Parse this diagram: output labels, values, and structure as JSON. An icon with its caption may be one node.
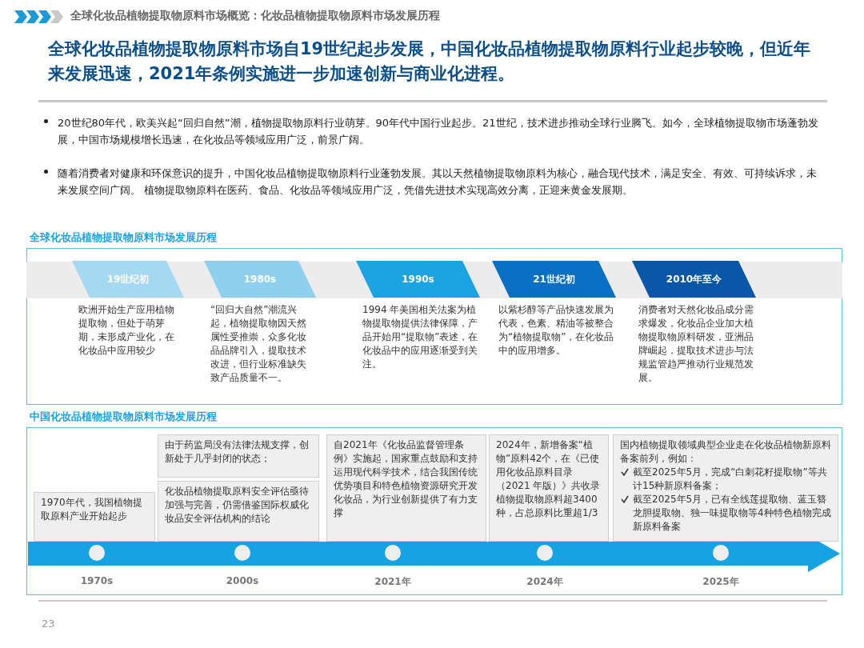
{
  "diagram": {
    "title": "全球化妆品植物提取物原料市场自19世纪起步发展，中国化妆品植物提取物原料行业起步较晚，但近年来发展迅速，2021年条例实施进一步加速创新与商业化进程。",
    "nodes": [
      {
        "text": [
          "全球化妆品植物提取物原料市场发展历程"
        ]
      },
      {
        "text": [
          "19世纪初"
        ],
        "beside": [
          "欧洲开始生产应用植物提取物，但处于萌芽期，未形成产业化，在化妆品中应用较少"
        ],
        "in": 0
      },
      {
        "text": [
          "1980s"
        ],
        "beside": [
          "“回归大自然”潮流兴起，植物提取物因天然属性受推崇，众多化妆品品牌引入，提取技术改进，但行业标准缺失致产品质量不一。"
        ],
        "in": 0
      },
      {
        "text": [
          "1990s"
        ],
        "beside": [
          "1994 年美国相关法案为植物提取物提供法律保障，产品开始用“提取物”表述，在化妆品中的应用逐渐受到关注。"
        ],
        "in": 0
      },
      {
        "text": [
          "21世纪初"
        ],
        "beside": [
          "以紫杉醇等产品快速发展为代表，色素、精油等被整合为“植物提取物”，在化妆品中的应用增多。"
        ],
        "in": 0
      },
      {
        "text": [
          "2010年至今"
        ],
        "beside": [
          "消费者对天然化妆品成分需求爆发，化妆品企业加大植物提取物原料研发，亚洲品牌崛起，提取技术进步与法规监管趋严推动行业规范发展。"
        ],
        "in": 0
      },
      {
        "text": [
          "中国化妆品植物提取物原料市场发展历程"
        ]
      },
      {
        "text": [
          "1970年代，我国植物提取原料产业开始起步"
        ],
        "in": 6
      },
      {
        "text": [
          "由于药监局没有法律法规支撑，创新处于几乎封闭的状态；"
        ],
        "in": 6
      },
      {
        "text": [
          "化妆品植物提取原料安全评估亟待加强与完善，仍需借鉴国际权威化妆品安全评估机构的结论"
        ],
        "in": 6
      },
      {
        "text": [
          "自2021年《化妆品监督管理条例》实施起，国家重点鼓励和支持运用现代科学技术，结合我国传统优势项目和特色植物资源研究开发化妆品，为行业创新提供了有力支撑"
        ],
        "in": 6
      },
      {
        "text": [
          "2024年，新增备案“植物”原料42个，在《已使用化妆品原料目录（2021 年版）》共收录植物提取物原料超3400种，占总原料比重超1/3"
        ],
        "in": 6
      },
      {
        "text": [
          "国内植物提取领域典型企业走在化妆品植物新原料备案前列，例如：",
          "截至2025年5月，完成“白刺花籽提取物”等共计15种新原料备案；",
          "截至2025年5月，已有全线莲提取物、蓝玉簪龙胆提取物、独一味提取物等4种特色植物完成新原料备案"
        ],
        "in": 6
      },
      {
        "text": [],
        "shape": "circle",
        "beside": [
          "1970s"
        ],
        "in": 6
      },
      {
        "text": [],
        "shape": "circle",
        "beside": [
          "2000s"
        ],
        "in": 6
      },
      {
        "text": [],
        "shape": "circle",
        "beside": [
          "2021年"
        ],
        "in": 6
      },
      {
        "text": [],
        "shape": "circle",
        "beside": [
          "2024年"
        ],
        "in": 6
      },
      {
        "text": [],
        "shape": "circle",
        "beside": [
          "2025年"
        ],
        "in": 6
      }
    ],
    "edges": [],
    "labels": [
      "全球化妆品植物提取物原料市场概览：化妆品植物提取物原料市场发展历程",
      "20世纪80年代，欧美兴起“回归自然”潮，植物提取物原料行业萌芽。90年代中国行业起步。21世纪，技术进步推动全球行业腾飞。如今，全球植物提取物市场蓬勃发展，中国市场规模增长迅速，在化妆品等领域应用广泛，前景广阔。",
      "随着消费者对健康和环保意识的提升，中国化妆品植物提取物原料行业蓬勃发展。其以天然植物提取物原料为核心，融合现代技术，满足安全、有效、可持续诉求，未来发展空间广阔。 植物提取物原料在医药、食品、化妆品等领域应用广泛，凭借先进技术实现高效分离，正迎来黄金发展期。",
      "23"
    ]
  }
}
